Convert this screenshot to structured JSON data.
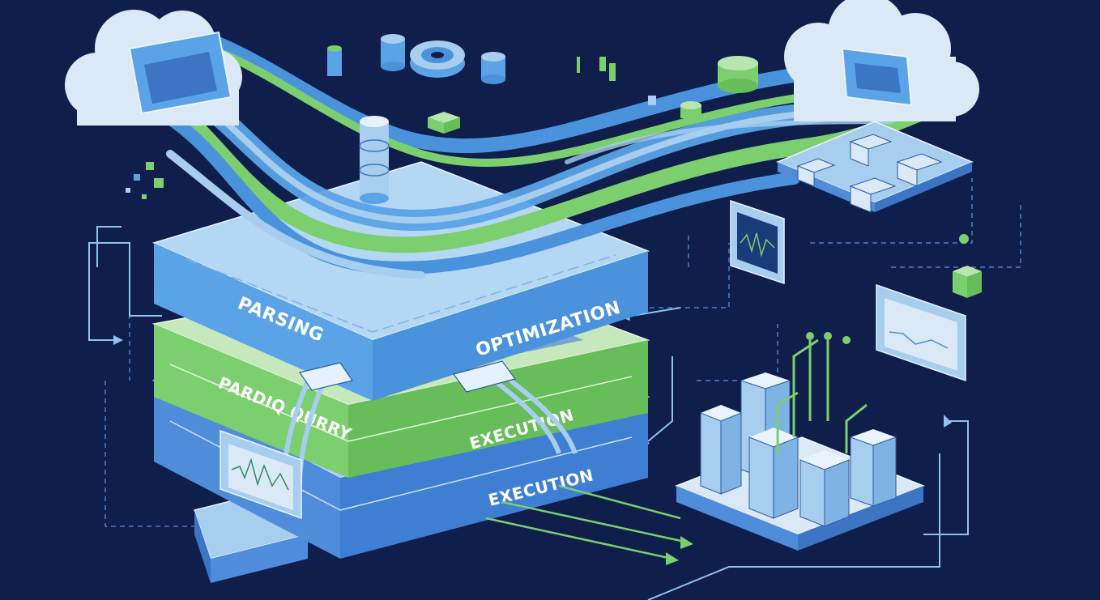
{
  "labels": {
    "parsing": "PARSING",
    "optimization": "OPTIMIZATION",
    "pardiq_query": "PARDIQ QURRY",
    "execution_mid": "EXECUTION",
    "execution_bottom": "EXECUTION"
  },
  "colors": {
    "background": "#0f1e4a",
    "top_layer": "#a7cdef",
    "mid_layer": "#7ccf6e",
    "bottom_layer": "#4f8ddb",
    "cloud": "#dbe8f6",
    "pipe_blue": "#5aa3e6",
    "pipe_green": "#7ccf6e",
    "line": "#8fc2ef"
  },
  "icons": [
    "cloud-icon-left",
    "cloud-icon-right",
    "database-icon",
    "server-rack-icon",
    "monitor-chart-icon",
    "arrow-icon"
  ]
}
